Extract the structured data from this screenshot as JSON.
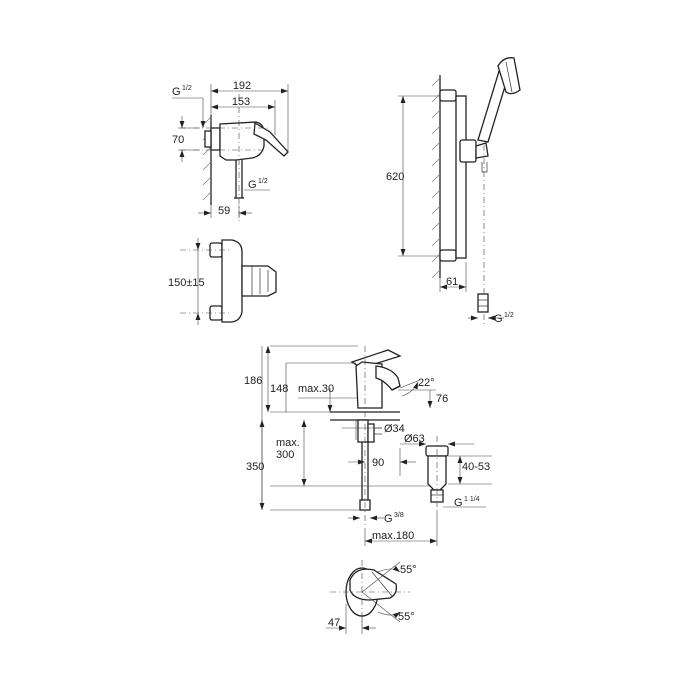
{
  "shower_mixer": {
    "dim_192": "192",
    "dim_153": "153",
    "dim_70": "70",
    "dim_59": "59",
    "dim_150_15": "150±15",
    "thread_top_g": "G",
    "thread_top_frac": "1/2",
    "thread_outlet_g": "G",
    "thread_outlet_frac": "1/2"
  },
  "shower_rail": {
    "dim_620": "620",
    "dim_61": "61",
    "thread_g": "G",
    "thread_frac": "1/2"
  },
  "basin_mixer": {
    "dim_186": "186",
    "dim_148": "148",
    "dim_max30": "max.30",
    "dim_22deg": "22°",
    "dim_76": "76",
    "dim_d34": "Ø34",
    "dim_d63": "Ø63",
    "dim_max300_a": "max.",
    "dim_max300_b": "300",
    "dim_350": "350",
    "dim_90": "90",
    "dim_40_53": "40-53",
    "thread_g38_g": "G",
    "thread_g38_frac": "3/8",
    "thread_g114_g": "G",
    "thread_g114_frac": "1 1/4",
    "dim_max180": "max.180"
  },
  "top_view": {
    "dim_55_top": "55°",
    "dim_55_bottom": "55°",
    "dim_47": "47"
  }
}
